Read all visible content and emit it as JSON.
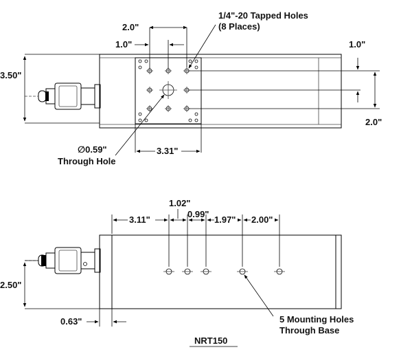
{
  "top_view": {
    "dim_top_2": "2.0\"",
    "dim_top_1": "1.0\"",
    "tapped_holes_line1": "1/4\"-20 Tapped Holes",
    "tapped_holes_line2": "(8 Places)",
    "dim_height": "3.50\"",
    "dim_right_1": "1.0\"",
    "dim_right_2": "2.0\"",
    "through_hole_line1": "∅0.59\"",
    "through_hole_line2": "Through Hole",
    "dim_platform": "3.31\""
  },
  "side_view": {
    "dim_1_02": "1.02\"",
    "dim_3_11": "3.11\"",
    "dim_0_99": "0.99\"",
    "dim_1_97": "1.97\"",
    "dim_2_00": "2.00\"",
    "dim_2_50": "2.50\"",
    "dim_0_63": "0.63\"",
    "mounting_line1": "5 Mounting Holes",
    "mounting_line2": "Through Base"
  },
  "model_label": "NRT150"
}
